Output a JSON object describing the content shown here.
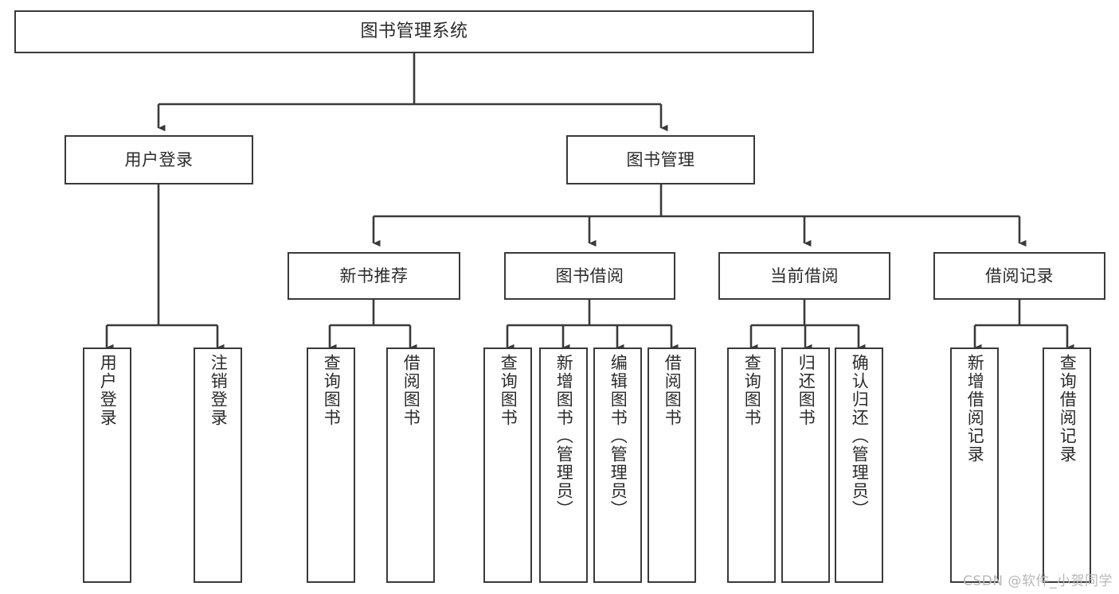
{
  "diagram": {
    "title": "图书管理系统",
    "type": "tree-hierarchy-chart",
    "colors": {
      "box_border": "#3a3a3a",
      "line": "#3a3a3a",
      "background": "#ffffff",
      "text": "#2b2b2b",
      "watermark": "#b8b8b8"
    },
    "root": {
      "label": "图书管理系统"
    },
    "branches": [
      {
        "label": "用户登录"
      },
      {
        "label": "图书管理"
      }
    ],
    "categories": [
      {
        "label": "新书推荐"
      },
      {
        "label": "图书借阅"
      },
      {
        "label": "当前借阅"
      },
      {
        "label": "借阅记录"
      }
    ],
    "leaves": {
      "user_login": [
        {
          "label": "用户登录"
        },
        {
          "label": "注销登录"
        }
      ],
      "new_book_recommend": [
        {
          "label": "查询图书"
        },
        {
          "label": "借阅图书"
        }
      ],
      "book_borrow": [
        {
          "label": "查询图书"
        },
        {
          "label": "新增图书（管理员）"
        },
        {
          "label": "编辑图书（管理员）"
        },
        {
          "label": "借阅图书"
        }
      ],
      "current_borrow": [
        {
          "label": "查询图书"
        },
        {
          "label": "归还图书"
        },
        {
          "label": "确认归还（管理员）"
        }
      ],
      "borrow_record": [
        {
          "label": "新增借阅记录"
        },
        {
          "label": "查询借阅记录"
        }
      ]
    }
  },
  "watermark": {
    "text": "CSDN @软件_小贺同学"
  }
}
